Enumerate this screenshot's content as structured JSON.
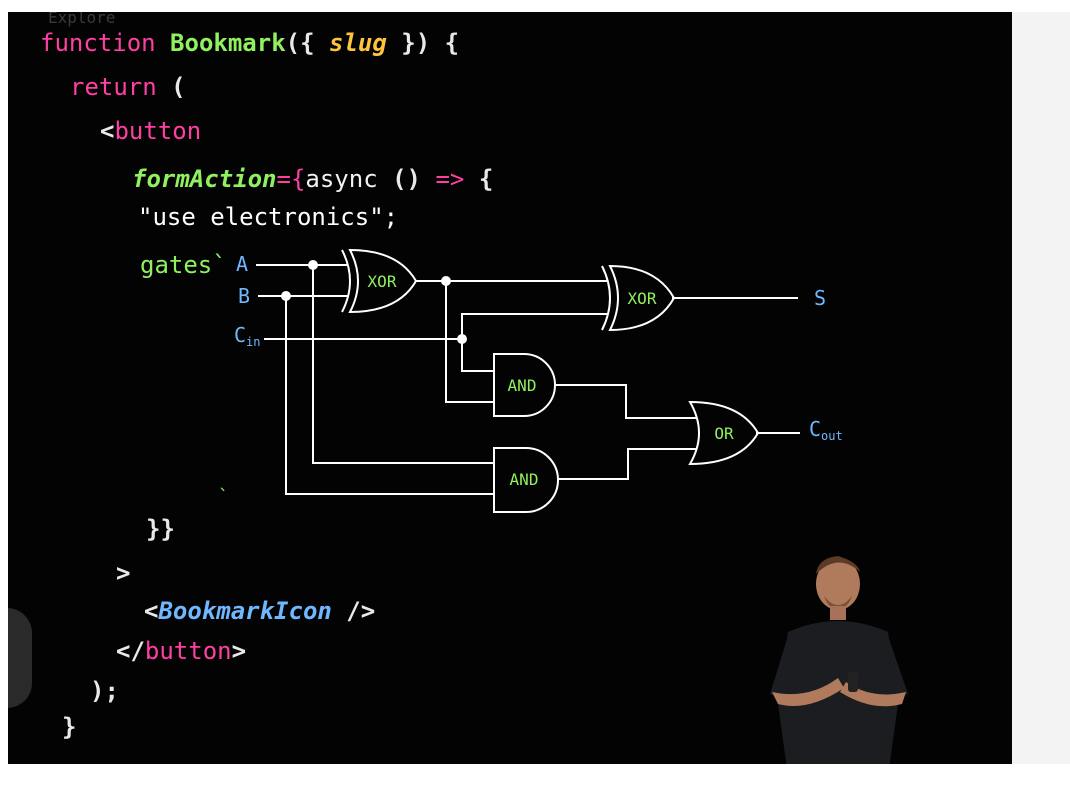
{
  "code": {
    "top_fragment": "Explore",
    "line1": {
      "keyword": "function",
      "name": "Bookmark",
      "open": "({",
      "param": "slug",
      "close": "}) {"
    },
    "line2": {
      "keyword": "return",
      "paren": "("
    },
    "line3": {
      "lt": "<",
      "tag": "button"
    },
    "line4": {
      "attr": "formAction",
      "eq": "={",
      "async": "async",
      "args": "()",
      "arrow": "=>",
      "brace": "{"
    },
    "line5": {
      "directive": "\"use electronics\";"
    },
    "line6": {
      "tagfn": "gates`"
    },
    "line7": {
      "backtick": "`"
    },
    "line8": {
      "close": "}}"
    },
    "line9": {
      "gt": ">"
    },
    "line10": {
      "lt": "<",
      "component": "BookmarkIcon",
      "selfclose": "/>"
    },
    "line11": {
      "lt": "</",
      "tag": "button",
      "gt": ">"
    },
    "line12": {
      "close": ");"
    },
    "line13": {
      "close": "}"
    }
  },
  "circuit": {
    "inputs": {
      "a": "A",
      "b": "B",
      "cin": "C",
      "cin_sub": "in"
    },
    "outputs": {
      "s": "S",
      "cout": "C",
      "cout_sub": "out"
    },
    "gates": {
      "xor1": "XOR",
      "xor2": "XOR",
      "and1": "AND",
      "and2": "AND",
      "or1": "OR"
    }
  },
  "colors": {
    "background": "#030303",
    "keyword": "#ff3fa2",
    "function_name": "#8ff15f",
    "param": "#ffc43d",
    "io_label": "#6fb7ff",
    "gate_label": "#8ff15f"
  },
  "icons": {
    "side_control": "scroll-handle-icon",
    "presenter": "person-illustration"
  }
}
